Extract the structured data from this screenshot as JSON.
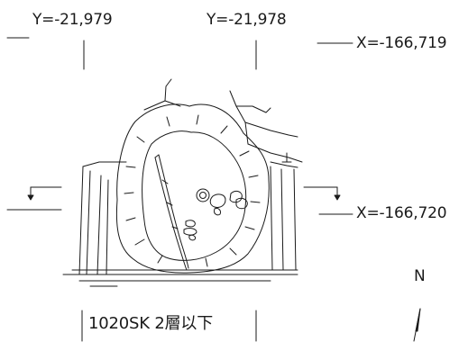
{
  "coordinates": {
    "y_left": "Y=-21,979",
    "y_right": "Y=-21,978",
    "x_top": "X=-166,719",
    "x_bottom": "X=-166,720"
  },
  "feature_label": "1020SK 2層以下",
  "north_label": "N"
}
